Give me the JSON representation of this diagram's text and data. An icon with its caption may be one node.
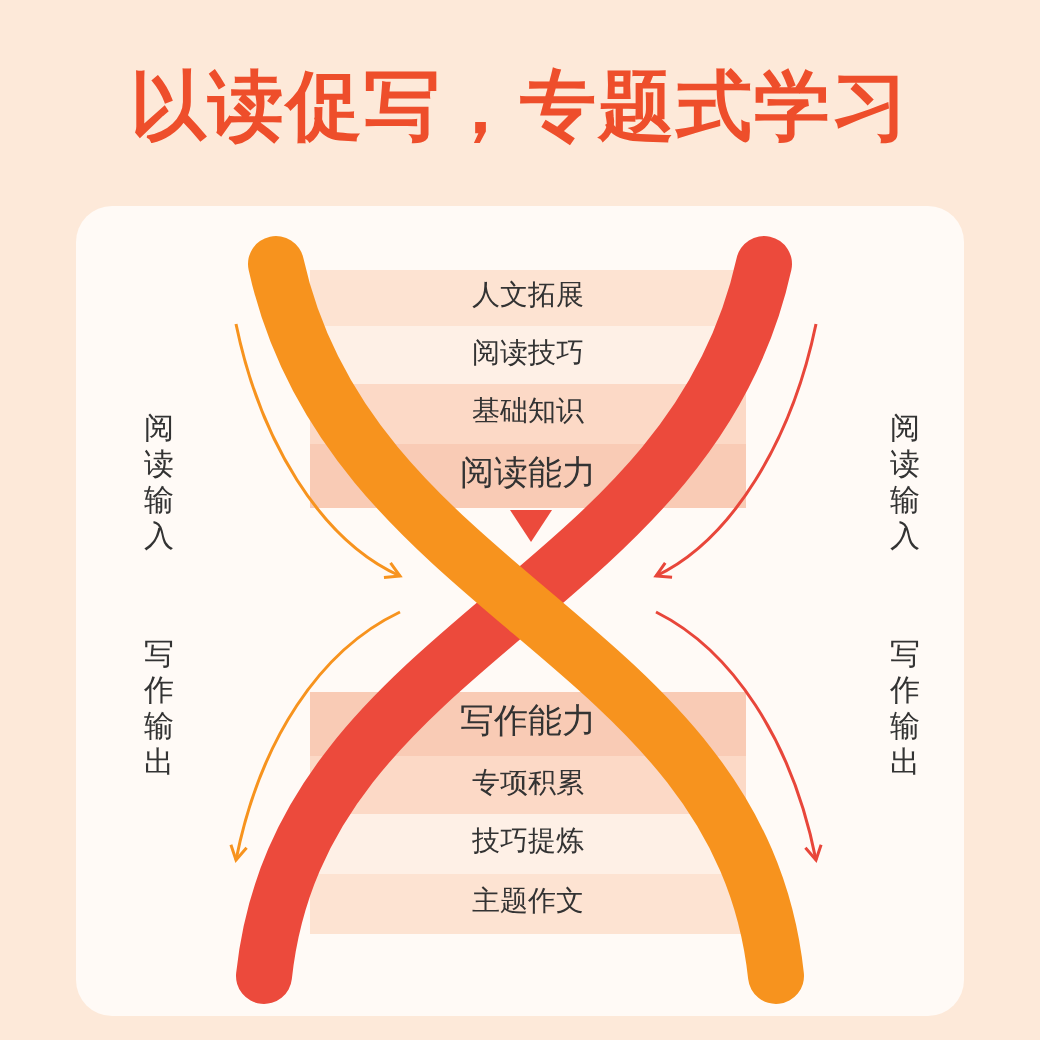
{
  "diagram": {
    "title": "以读促写，专题式学习",
    "nodes": [
      {
        "text": [
          "人文拓展"
        ]
      },
      {
        "text": [
          "阅读技巧"
        ]
      },
      {
        "text": [
          "基础知识"
        ]
      },
      {
        "text": [
          "阅读能力"
        ]
      },
      {
        "text": [
          "写作能力"
        ]
      },
      {
        "text": [
          "专项积累"
        ]
      },
      {
        "text": [
          "技巧提炼"
        ]
      },
      {
        "text": [
          "主题作文"
        ]
      }
    ],
    "labels": [
      "阅读输入",
      "写作输出",
      "阅读输入",
      "写作输出"
    ]
  }
}
